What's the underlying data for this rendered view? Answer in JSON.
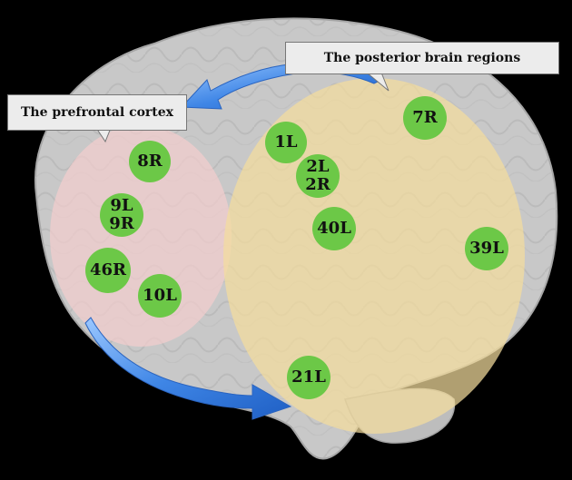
{
  "labels": {
    "posterior": "The posterior brain regions",
    "prefrontal": "The prefrontal cortex"
  },
  "regions": [
    {
      "id": "8R",
      "lines": [
        "8R"
      ]
    },
    {
      "id": "9L9R",
      "lines": [
        "9L",
        "9R"
      ]
    },
    {
      "id": "46R",
      "lines": [
        "46R"
      ]
    },
    {
      "id": "10L",
      "lines": [
        "10L"
      ]
    },
    {
      "id": "1L",
      "lines": [
        "1L"
      ]
    },
    {
      "id": "2L2R",
      "lines": [
        "2L",
        "2R"
      ]
    },
    {
      "id": "40L",
      "lines": [
        "40L"
      ]
    },
    {
      "id": "7R",
      "lines": [
        "7R"
      ]
    },
    {
      "id": "39L",
      "lines": [
        "39L"
      ]
    },
    {
      "id": "21L",
      "lines": [
        "21L"
      ]
    }
  ],
  "colors": {
    "background": "#000000",
    "brain": "#c9c9c9",
    "prefrontal_zone": "#f1cfcf",
    "posterior_zone": "#f3dda0",
    "node": "#6cc847",
    "arrow": "#3f86e6"
  }
}
